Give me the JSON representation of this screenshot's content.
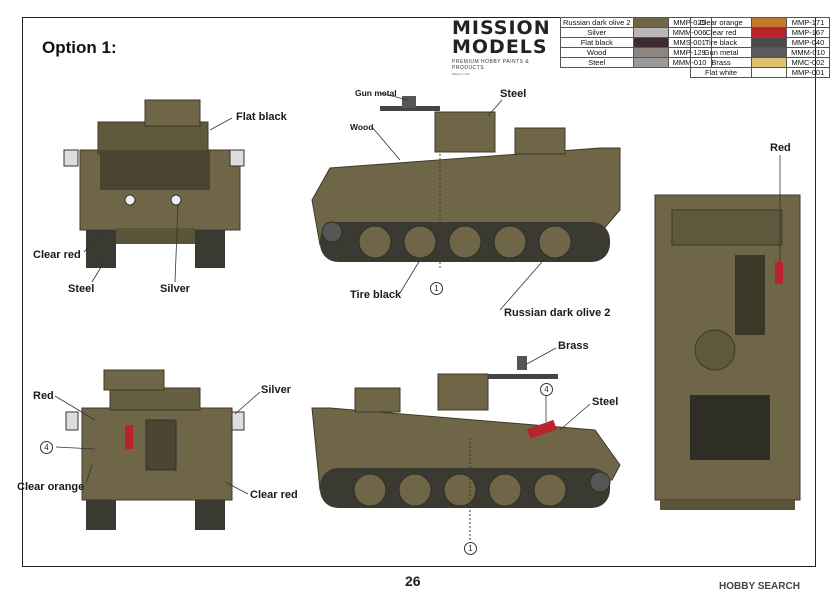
{
  "header": {
    "option_title": "Option 1:",
    "brand_line1": "MISSION",
    "brand_line2": "MODELS",
    "brand_tagline": "PREMIUM HOBBY PAINTS & PRODUCTS",
    "brand_small": "Made in USA"
  },
  "paints_left": [
    {
      "name": "Russian dark olive 2",
      "code": "MMP-029",
      "color": "#6e6647"
    },
    {
      "name": "Silver",
      "code": "MMM-006",
      "color": "#b8b8b8"
    },
    {
      "name": "Flat black",
      "code": "MMS-001",
      "color": "#3e2a35"
    },
    {
      "name": "Wood",
      "code": "MMP-129",
      "color": "#8c8580"
    },
    {
      "name": "Steel",
      "code": "MMM-010",
      "color": "#9a9a9a"
    }
  ],
  "paints_right": [
    {
      "name": "Clear orange",
      "code": "MMP-171",
      "color": "#c07a2e"
    },
    {
      "name": "Clear red",
      "code": "MMP-167",
      "color": "#b8232c"
    },
    {
      "name": "Tire black",
      "code": "MMP-040",
      "color": "#4a4a4a"
    },
    {
      "name": "Gun metal",
      "code": "MMM-010",
      "color": "#5a5a60"
    },
    {
      "name": "Brass",
      "code": "MMC-002",
      "color": "#e2bf6b"
    },
    {
      "name": "Flat white",
      "code": "MMP-001",
      "color": "#ffffff"
    }
  ],
  "labels": {
    "flat_black": "Flat black",
    "clear_red": "Clear red",
    "steel": "Steel",
    "silver": "Silver",
    "gun_metal": "Gun metal",
    "wood": "Wood",
    "tire_black": "Tire black",
    "russian_dark_olive_2": "Russian dark olive 2",
    "red": "Red",
    "brass": "Brass",
    "clear_orange": "Clear orange"
  },
  "callouts": {
    "c1": "1",
    "c4": "4"
  },
  "footer": {
    "page_number": "26",
    "watermark": "HOBBY SEARCH"
  },
  "colors": {
    "vehicle_olive": "#6e6647",
    "vehicle_dark": "#4f4a33",
    "track": "#3a3a32"
  }
}
